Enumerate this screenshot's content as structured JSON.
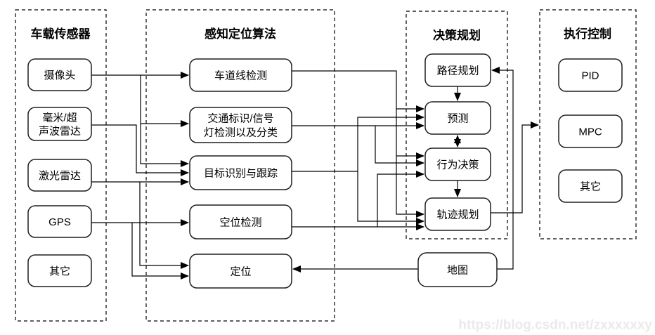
{
  "diagram": {
    "containers": {
      "sensors": {
        "title": "车载传感器"
      },
      "perception": {
        "title": "感知定位算法"
      },
      "decision": {
        "title": "决策规划"
      },
      "control": {
        "title": "执行控制"
      }
    },
    "nodes": {
      "camera": {
        "label": "摄像头"
      },
      "radar": {
        "label_line1": "毫米/超",
        "label_line2": "声波雷达"
      },
      "lidar": {
        "label": "激光雷达"
      },
      "gps": {
        "label": "GPS"
      },
      "sensor_other": {
        "label": "其它"
      },
      "lane": {
        "label": "车道线检测"
      },
      "traffic": {
        "label_line1": "交通标识/信号",
        "label_line2": "灯检测以及分类"
      },
      "object": {
        "label": "目标识别与跟踪"
      },
      "space": {
        "label": "空位检测"
      },
      "localization": {
        "label": "定位"
      },
      "path": {
        "label": "路径规划"
      },
      "predict": {
        "label": "预测"
      },
      "behavior": {
        "label": "行为决策"
      },
      "trajectory": {
        "label": "轨迹规划"
      },
      "pid": {
        "label": "PID"
      },
      "mpc": {
        "label": "MPC"
      },
      "control_other": {
        "label": "其它"
      },
      "map": {
        "label": "地图"
      }
    },
    "watermark": "https://blog.csdn.net/zxxxxxxy",
    "colors": {
      "line": "#000000",
      "box_border": "#1f1f1f",
      "box_fill": "#ffffff",
      "background": "#ffffff",
      "watermark": "#eaeaea"
    }
  }
}
